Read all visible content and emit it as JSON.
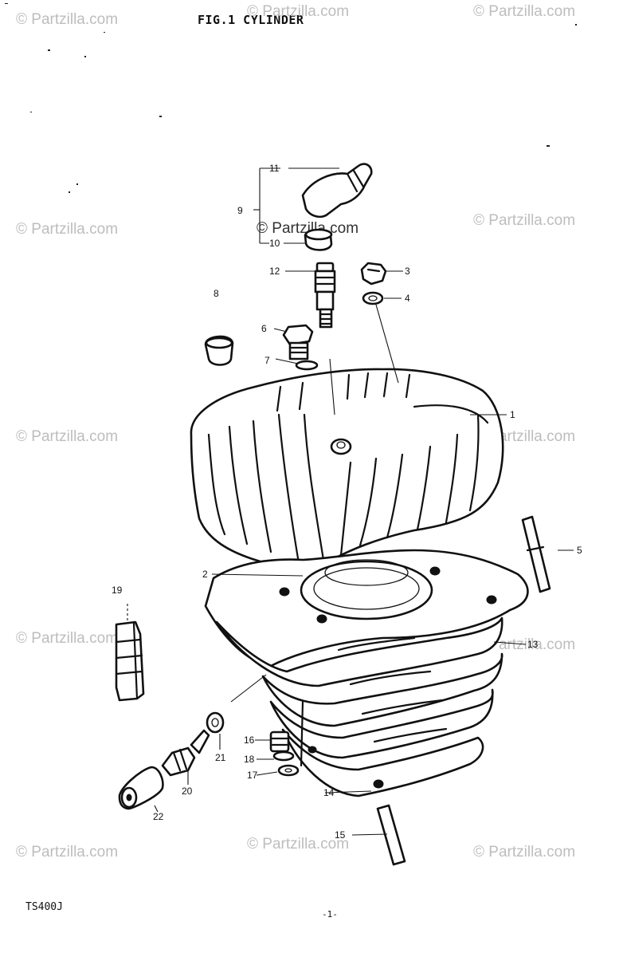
{
  "figure": {
    "title": "FIG.1  CYLINDER",
    "model": "TS400J",
    "page_number": "-1-"
  },
  "watermark": {
    "text": "© Partzilla.com",
    "center_text": "© Partzilla.com",
    "color": "#bdbdbd"
  },
  "callouts": {
    "c1": "1",
    "c2": "2",
    "c3": "3",
    "c4": "4",
    "c5": "5",
    "c6": "6",
    "c7": "7",
    "c8": "8",
    "c9": "9",
    "c10": "10",
    "c11": "11",
    "c12": "12",
    "c13": "13",
    "c14": "14",
    "c15": "15",
    "c16": "16",
    "c17": "17",
    "c18": "18",
    "c19": "19",
    "c20": "20",
    "c21": "21",
    "c22": "22"
  }
}
